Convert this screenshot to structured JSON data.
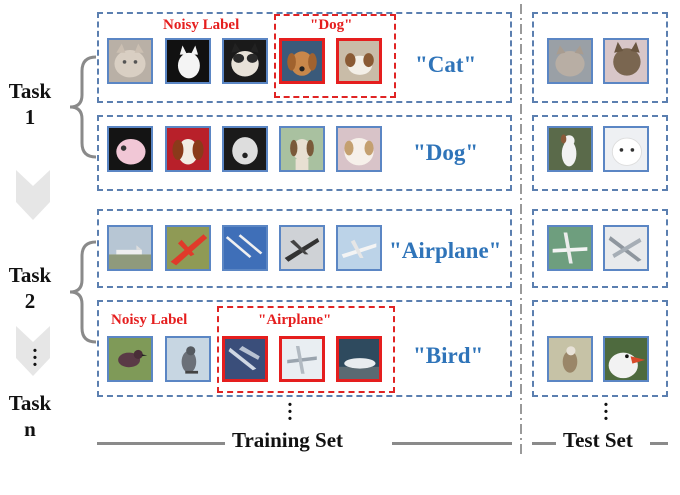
{
  "tasks": [
    {
      "label": "Task\n1"
    },
    {
      "label": "Task\n2"
    },
    {
      "label": "Task\nn"
    }
  ],
  "rows": [
    {
      "class_label": "\"Cat\"",
      "noisy_label": "Noisy Label",
      "noisy_class": "\"Dog\""
    },
    {
      "class_label": "\"Dog\""
    },
    {
      "class_label": "\"Airplane\""
    },
    {
      "class_label": "\"Bird\"",
      "noisy_label": "Noisy Label",
      "noisy_class": "\"Airplane\""
    }
  ],
  "footer": {
    "training_set": "Training Set",
    "test_set": "Test Set"
  },
  "colors": {
    "box": "#5b7fb0",
    "noisy": "#e51e1e",
    "label": "#2f74b9"
  }
}
